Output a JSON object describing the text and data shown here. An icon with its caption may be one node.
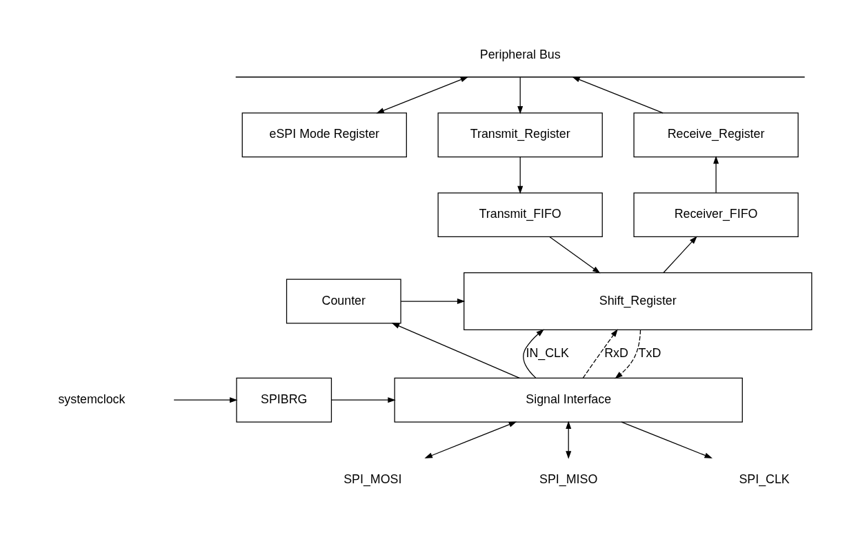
{
  "diagram": {
    "nodes": [
      {
        "text": [
          "Peripheral Bus"
        ]
      },
      {
        "text": [
          "eSPI Mode Register"
        ]
      },
      {
        "text": [
          "Transmit_Register"
        ]
      },
      {
        "text": [
          "Receive_Register"
        ]
      },
      {
        "text": [
          "Transmit_FIFO"
        ]
      },
      {
        "text": [
          "Receiver_FIFO"
        ]
      },
      {
        "text": [
          "Counter"
        ]
      },
      {
        "text": [
          "Shift_Register"
        ]
      },
      {
        "text": [
          "Signal Interface"
        ]
      },
      {
        "text": [
          "SPIBRG"
        ]
      },
      {
        "text": [
          "systemclock"
        ]
      },
      {
        "text": [
          "SPI_MOSI"
        ]
      },
      {
        "text": [
          "SPI_MISO"
        ]
      },
      {
        "text": [
          "SPI_CLK"
        ]
      }
    ],
    "edges": [
      {
        "from": 0,
        "to": 1,
        "arrow": "both"
      },
      {
        "from": 0,
        "to": 2,
        "arrow": "to"
      },
      {
        "from": 2,
        "to": 4,
        "arrow": "to"
      },
      {
        "from": 4,
        "to": 7,
        "arrow": "to"
      },
      {
        "from": 7,
        "to": 5,
        "arrow": "to"
      },
      {
        "from": 5,
        "to": 3,
        "arrow": "to"
      },
      {
        "from": 3,
        "to": 0,
        "arrow": "to"
      },
      {
        "from": 6,
        "to": 7,
        "arrow": "to"
      },
      {
        "from": 8,
        "to": 7,
        "arrow": "to",
        "label": "IN_CLK"
      },
      {
        "from": 8,
        "to": 6,
        "arrow": "to"
      },
      {
        "from": 8,
        "to": 7,
        "arrow": "to",
        "label": "RxD",
        "style": "dashed"
      },
      {
        "from": 7,
        "to": 8,
        "arrow": "to",
        "label": "TxD",
        "style": "dashed"
      },
      {
        "from": 9,
        "to": 8,
        "arrow": "to"
      },
      {
        "from": 10,
        "to": 9,
        "arrow": "to"
      },
      {
        "from": 8,
        "to": 11,
        "arrow": "both"
      },
      {
        "from": 8,
        "to": 12,
        "arrow": "both"
      },
      {
        "from": 8,
        "to": 13,
        "arrow": "to"
      }
    ]
  }
}
